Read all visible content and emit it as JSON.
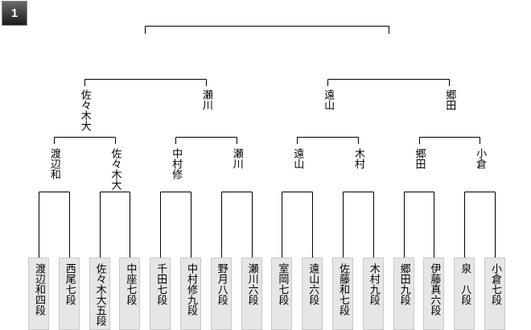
{
  "block_label": "1",
  "players": [
    "渡辺和四段",
    "西尾七段",
    "佐々木大五段",
    "中座七段",
    "千田七段",
    "中村修九段",
    "野月八段",
    "瀬川六段",
    "室岡七段",
    "遠山六段",
    "佐藤和七段",
    "木村九段",
    "郷田九段",
    "伊藤真六段",
    "泉　八段",
    "小倉七段"
  ],
  "round2_winners": [
    "渡辺和",
    "佐々木大",
    "中村修",
    "瀬川",
    "遠山",
    "木村",
    "郷田",
    "小倉"
  ],
  "round3_winners": [
    "佐々木大",
    "瀬川",
    "遠山",
    "郷田"
  ]
}
